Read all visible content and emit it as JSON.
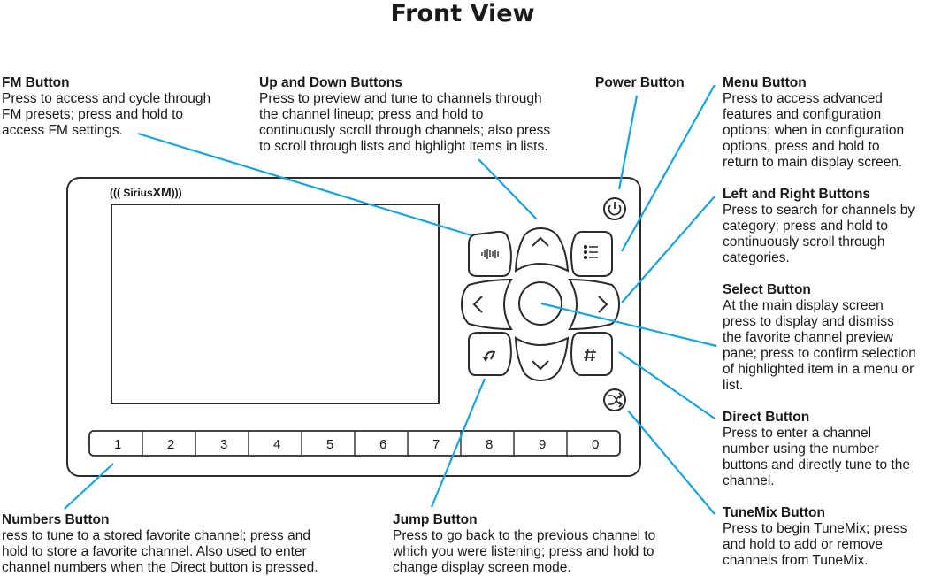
{
  "title": "Front View",
  "brand": "((( Sirius",
  "brand_suffix": "XM",
  "brand_tail": ")))",
  "number_keys": [
    "1",
    "2",
    "3",
    "4",
    "5",
    "6",
    "7",
    "8",
    "9",
    "0"
  ],
  "callouts": {
    "fm": {
      "heading": "FM Button",
      "body": "Press to access and cycle through\nFM presets; press and hold to\naccess FM settings."
    },
    "updown": {
      "heading": "Up and Down Buttons",
      "body": "Press to preview and tune to channels through\nthe channel lineup; press and hold to\ncontinuously scroll through channels; also press\nto scroll through lists and highlight items in lists."
    },
    "power": {
      "heading": "Power Button",
      "body": ""
    },
    "menu": {
      "heading": "Menu Button",
      "body": "Press to access advanced\nfeatures and configuration\noptions; when in configuration\noptions, press and hold to\nreturn to main display screen."
    },
    "leftright": {
      "heading": "Left and Right Buttons",
      "body": "Press to search for channels by\ncategory; press and hold to\ncontinuously scroll through\ncategories."
    },
    "select": {
      "heading": "Select Button",
      "body": "At the main display screen\npress to display and dismiss\nthe favorite channel preview\npane; press to confirm selection\nof highlighted item in a menu or\nlist."
    },
    "direct": {
      "heading": "Direct Button",
      "body": "Press to enter a channel\nnumber using the number\nbuttons and directly tune to the\nchannel."
    },
    "tunemix": {
      "heading": "TuneMix Button",
      "body": "Press to begin TuneMix; press\nand hold to add or remove\nchannels from TuneMix."
    },
    "numbers": {
      "heading": "Numbers Button",
      "body": "ress to tune to a stored favorite channel; press and\nhold to store a favorite channel. Also used to enter\nchannel numbers when the Direct button is pressed."
    },
    "jump": {
      "heading": "Jump Button",
      "body": "Press to go back to the previous channel to\nwhich you were listening; press and hold to\nchange display screen mode."
    }
  },
  "colors": {
    "leader": "#1aa3dc",
    "outline": "#2b2b2b",
    "text": "#1a1a1a"
  }
}
